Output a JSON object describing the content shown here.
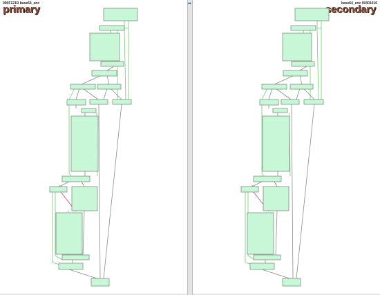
{
  "panes": {
    "left": {
      "header": "000F121D base64_enc",
      "big_label": "primary"
    },
    "right": {
      "header": "base64_enc 00401016",
      "big_label": "secondary"
    }
  },
  "colors": {
    "block_fill": "#c8f7d8",
    "block_stroke": "#7b8f7f",
    "edge_gray": "#8a8a8a",
    "edge_green": "#7cc47c",
    "edge_red": "#c04a66",
    "label_brown": "#7a4a3a"
  },
  "icons": {
    "pane_caret": "caret-up-icon"
  }
}
